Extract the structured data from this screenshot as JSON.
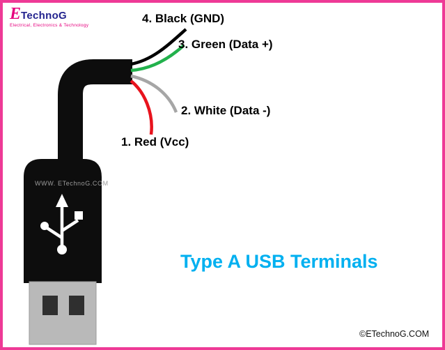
{
  "logo": {
    "letter": "E",
    "rest": "TechnoG",
    "tagline": "Electrical, Electronics & Technology",
    "pink": "#e6007e",
    "navy": "#23238e"
  },
  "wires": [
    {
      "label": "1. Red (Vcc)",
      "color": "#e8131d"
    },
    {
      "label": "2. White (Data -)",
      "color": "#a6a6a6"
    },
    {
      "label": "3. Green (Data +)",
      "color": "#22b14c"
    },
    {
      "label": "4. Black (GND)",
      "color": "#000000"
    }
  ],
  "title": {
    "text": "Type A USB Terminals",
    "color": "#00b0f0"
  },
  "connector": {
    "body_color": "#0d0d0d",
    "metal_color": "#b9b9b9",
    "watermark": "WWW. ETechnoG.COM"
  },
  "footer": {
    "copyright": "©ETechnoG.COM"
  },
  "frame": {
    "border_color": "#ee3a96"
  }
}
